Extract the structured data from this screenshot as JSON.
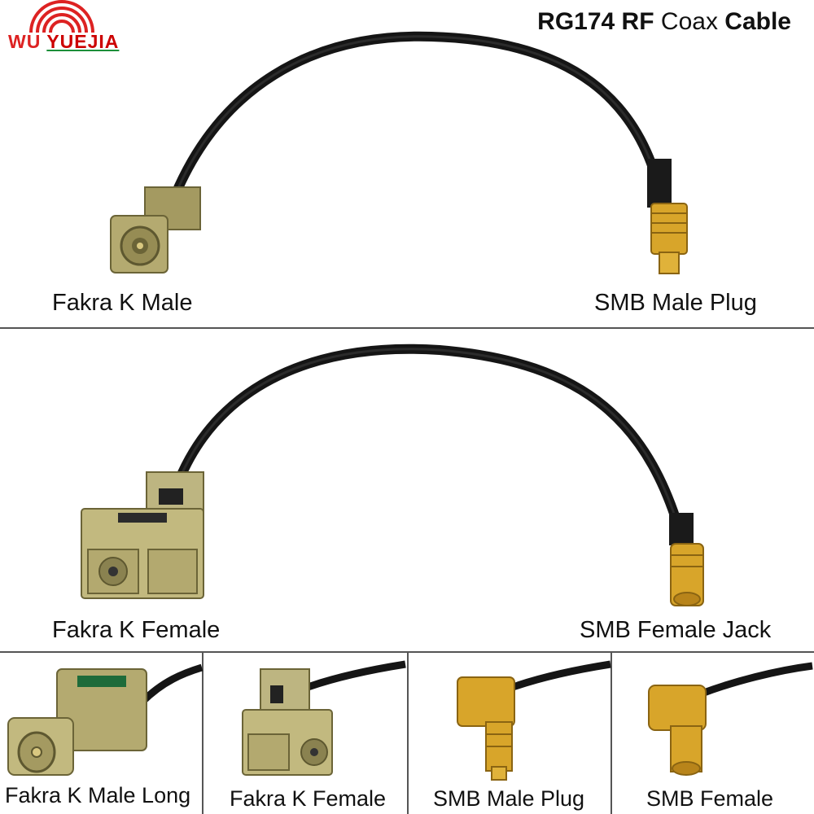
{
  "logo": {
    "mark": "WU",
    "brand": "YUEJIA"
  },
  "title": {
    "bold_1": "RG174 RF",
    "regular": "Coax",
    "bold_2": "Cable"
  },
  "top_cable": {
    "left_label": "Fakra K Male",
    "right_label": "SMB Male Plug"
  },
  "middle_cable": {
    "left_label": "Fakra K Female",
    "right_label": "SMB Female Jack"
  },
  "variants": [
    {
      "label": "Fakra K Male Long"
    },
    {
      "label": "Fakra K Female"
    },
    {
      "label": "SMB Male Plug"
    },
    {
      "label": "SMB Female"
    }
  ],
  "colors": {
    "fakra": "#a49a61",
    "gold": "#d8a52a",
    "cable": "#141414"
  }
}
